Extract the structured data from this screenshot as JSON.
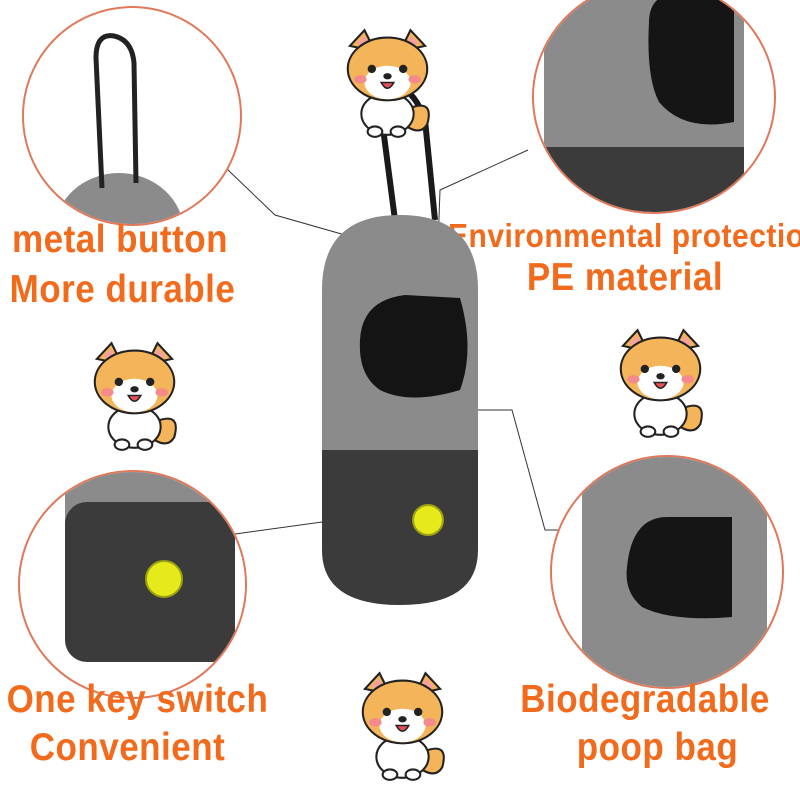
{
  "features": [
    {
      "line1": "metal button",
      "line2": "More durable"
    },
    {
      "line1": "Environmental protection",
      "line2": "PE material"
    },
    {
      "line1": "One key switch",
      "line2": "Convenient"
    },
    {
      "line1": "Biodegradable",
      "line2": "poop bag"
    }
  ],
  "colors": {
    "accent": "#f26b1d",
    "body_gray": "#8b8b8b",
    "body_dark": "#3b3b3b",
    "button_yellow": "#e6ea1a",
    "circle_border": "#e0785a"
  }
}
